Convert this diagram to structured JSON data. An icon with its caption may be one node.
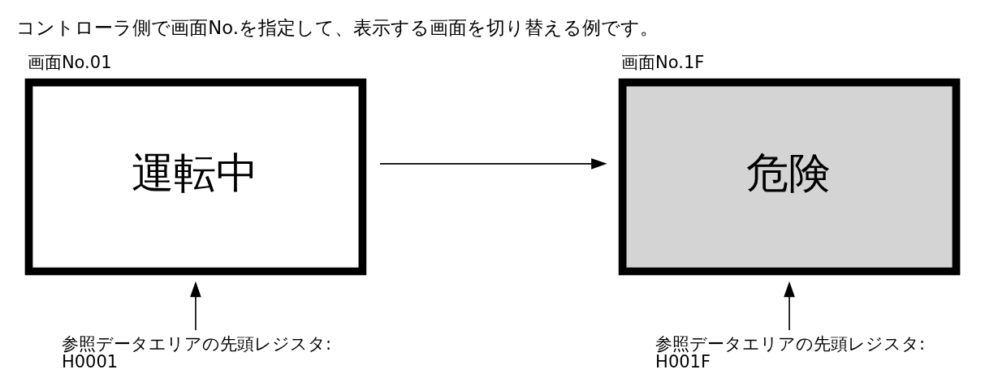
{
  "diagram": {
    "title": "コントローラ側で画面No.を指定して、表示する画面を切り替える例です。",
    "nodes": [
      {
        "text": [
          "画面No.01",
          "運転中"
        ]
      },
      {
        "text": [
          "画面No.1F",
          "危険"
        ]
      },
      {
        "text": [
          "参照データエリアの先頭レジスタ:",
          "H0001"
        ]
      },
      {
        "text": [
          "参照データエリアの先頭レジスタ:",
          "H001F"
        ]
      }
    ],
    "edges": [
      {
        "from": 0,
        "to": 1,
        "arrow": "to"
      },
      {
        "from": 2,
        "to": 0,
        "arrow": "to"
      },
      {
        "from": 3,
        "to": 1,
        "arrow": "to"
      }
    ]
  }
}
